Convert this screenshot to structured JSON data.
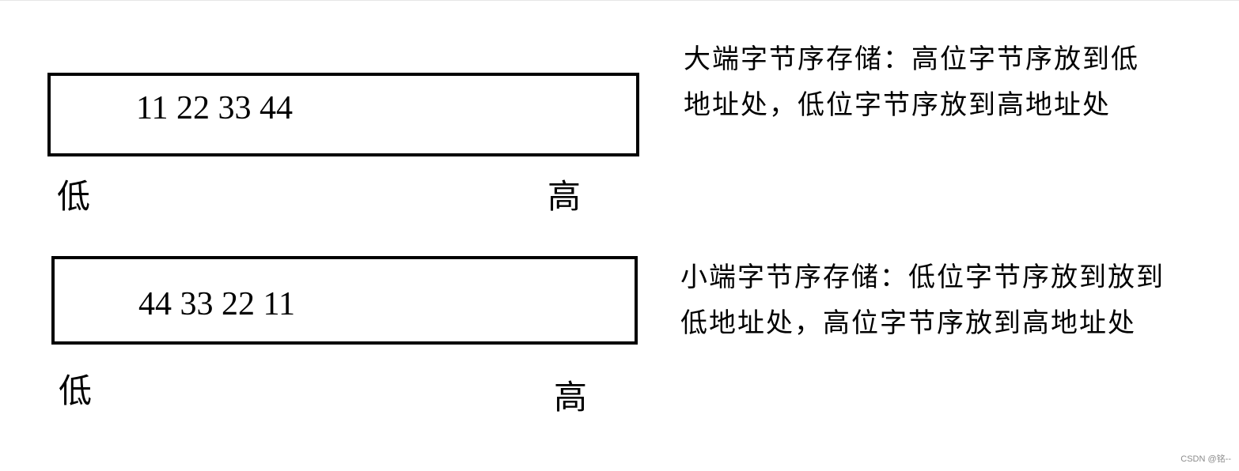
{
  "big_endian": {
    "bytes": "11 22 33 44",
    "low_label": "低",
    "high_label": "高",
    "description_line1": "大端字节序存储：高位字节序放到低",
    "description_line2": "地址处，低位字节序放到高地址处"
  },
  "little_endian": {
    "bytes": "44 33 22 11",
    "low_label": "低",
    "high_label": "高",
    "description_line1": "小端字节序存储：低位字节序放到放到",
    "description_line2": "低地址处，高位字节序放到高地址处"
  },
  "watermark": "CSDN @铭--"
}
